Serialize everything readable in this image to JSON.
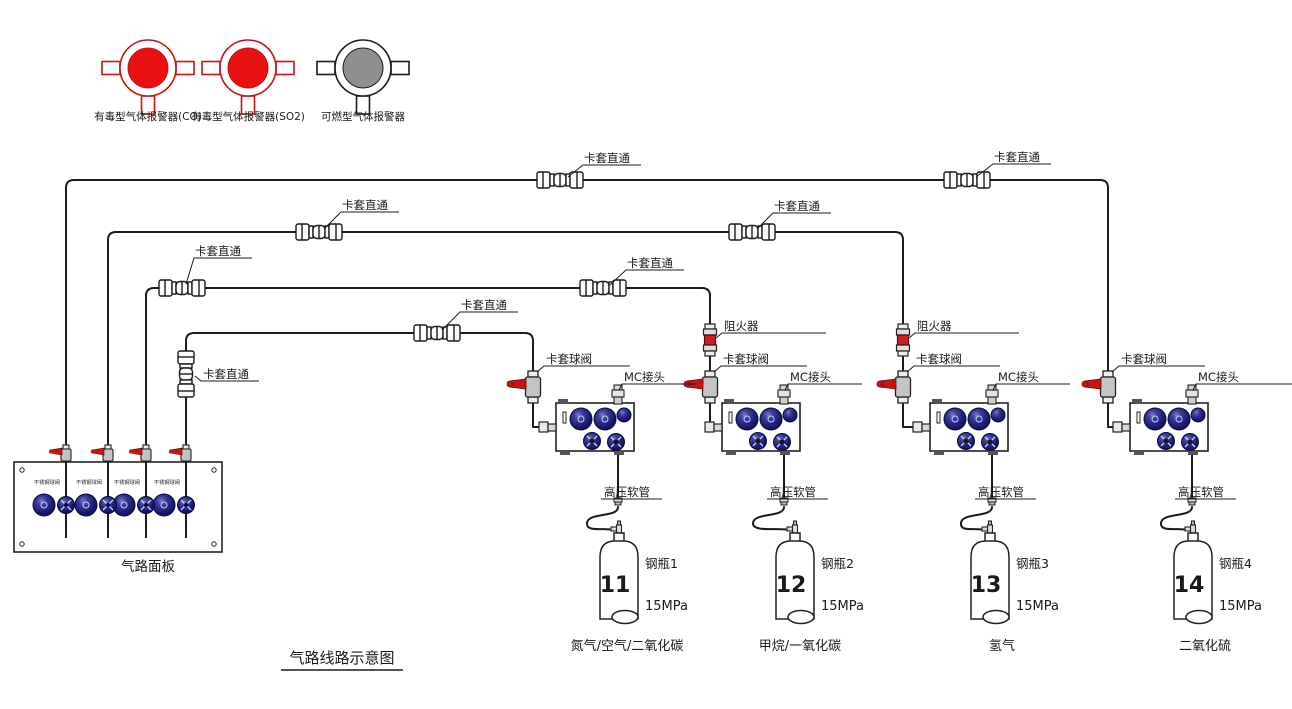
{
  "title": {
    "text": "气路线路示意图"
  },
  "legend": {
    "items": [
      {
        "name": "toxic-gas-detector-co",
        "label": "有毒型气体报警器(CO)",
        "ring_color": "#c41414",
        "fill_color": "#e81010",
        "label_color": "#93392e"
      },
      {
        "name": "toxic-gas-detector-so2",
        "label": "有毒型气体报警器(SO2)",
        "ring_color": "#c41414",
        "fill_color": "#e81010",
        "label_color": "#93392e"
      },
      {
        "name": "combustible-gas-detector",
        "label": "可燃型气体报警器",
        "ring_color": "#1c1c1c",
        "fill_color": "#8f8f8f",
        "label_color": "#56524a"
      }
    ]
  },
  "labels": {
    "union": "卡套直通",
    "ball_valve": "卡套球阀",
    "mc_connector": "MC接头",
    "flame_arrester": "阻火器",
    "hp_hose": "高压软管",
    "panel": "气路面板",
    "panel_valve": "不锈钢球阀"
  },
  "cylinders": [
    {
      "name": "钢瓶1",
      "pressure": "15MPa",
      "gas": "氮气/空气/二氧化碳",
      "mark": "11"
    },
    {
      "name": "钢瓶2",
      "pressure": "15MPa",
      "gas": "甲烷/一氧化碳",
      "mark": "12"
    },
    {
      "name": "钢瓶3",
      "pressure": "15MPa",
      "gas": "氢气",
      "mark": "13"
    },
    {
      "name": "钢瓶4",
      "pressure": "15MPa",
      "gas": "二氧化硫",
      "mark": "14"
    }
  ],
  "colors": {
    "line": "#1c1c1c",
    "red_handle": "#c91414",
    "gauge_navy": "#1b1b6b",
    "cylinder_mark": "#ece5a4"
  }
}
